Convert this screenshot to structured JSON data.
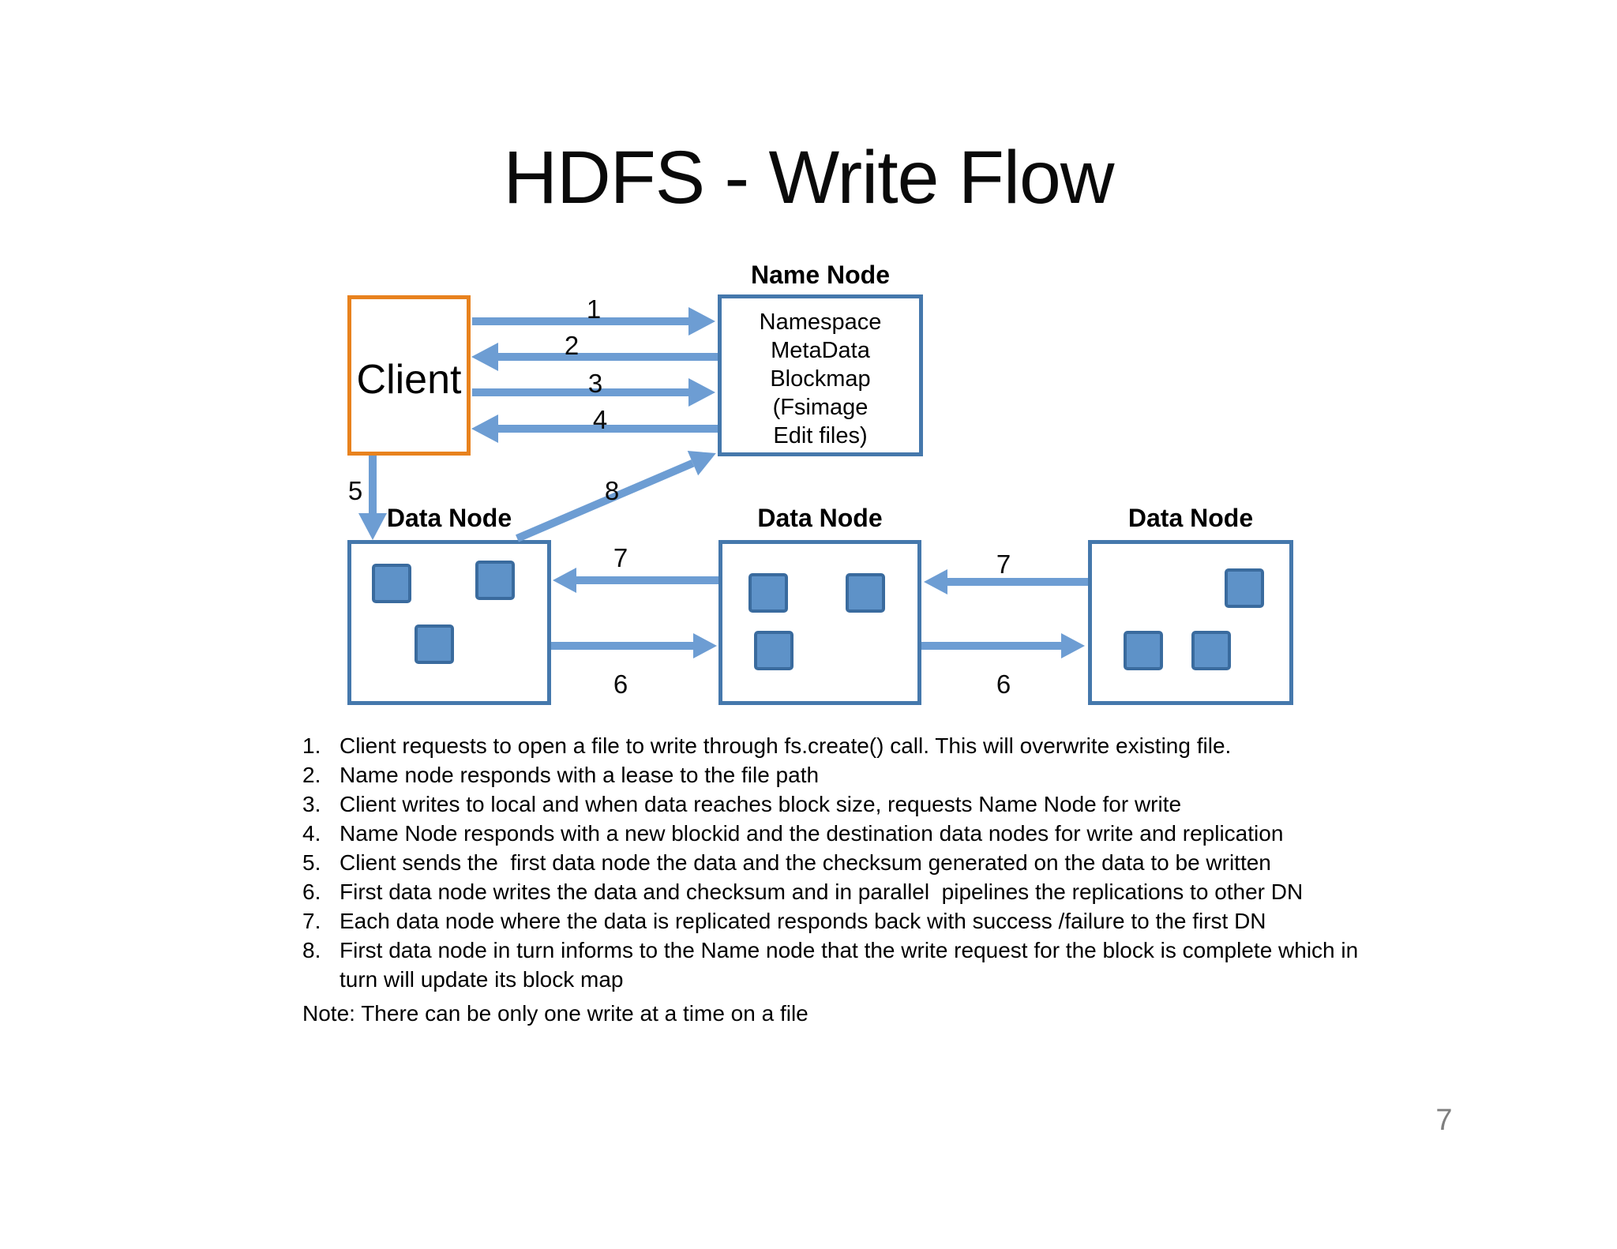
{
  "slide": {
    "title": "HDFS - Write Flow",
    "page_number": "7"
  },
  "diagram": {
    "client": {
      "label": "Client"
    },
    "name_node": {
      "title": "Name Node",
      "lines": [
        "Namespace",
        "MetaData",
        "Blockmap",
        "(Fsimage",
        "Edit files)"
      ]
    },
    "data_nodes": [
      {
        "title": "Data Node"
      },
      {
        "title": "Data Node"
      },
      {
        "title": "Data Node"
      }
    ],
    "arrow_labels": {
      "n1": "1",
      "n2": "2",
      "n3": "3",
      "n4": "4",
      "n5": "5",
      "n6a": "6",
      "n6b": "6",
      "n7a": "7",
      "n7b": "7",
      "n8": "8"
    },
    "colors": {
      "arrow": "#6D9DD3",
      "node_border": "#4578AC",
      "client_border": "#E8821E",
      "block_fill": "#5E92C8",
      "block_border": "#3A6B9E"
    }
  },
  "steps": {
    "items": [
      {
        "num": "1.",
        "text": "Client requests to open a file to write through fs.create() call. This will overwrite existing file."
      },
      {
        "num": "2.",
        "text": "Name node responds with a lease to the file path"
      },
      {
        "num": "3.",
        "text": "Client writes to local and when data reaches block size, requests Name Node for write"
      },
      {
        "num": "4.",
        "text": "Name Node responds with a new blockid and the destination data nodes for write and replication"
      },
      {
        "num": "5.",
        "text": "Client sends the  first data node the data and the checksum generated on the data to be written"
      },
      {
        "num": "6.",
        "text": "First data node writes the data and checksum and in parallel  pipelines the replications to other DN"
      },
      {
        "num": "7.",
        "text": "Each data node where the data is replicated responds back with success /failure to the first DN"
      },
      {
        "num": "8.",
        "text": "First data node in turn informs to the Name node that the write request for the block is complete which in turn will update its block map"
      }
    ],
    "note": "Note: There can be only one write at a time on a file"
  }
}
